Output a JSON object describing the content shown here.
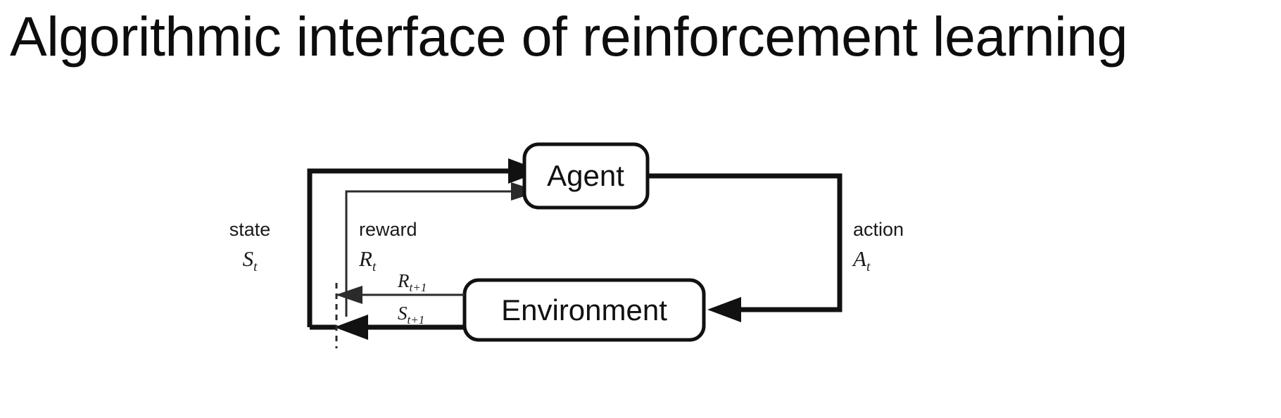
{
  "slide": {
    "title": "Algorithmic interface of reinforcement learning",
    "background_color": "#ffffff",
    "text_color": "#0d0d0d"
  },
  "diagram": {
    "name": "agent-environment-interaction-loop",
    "line_color": "#111111",
    "box_fill": "#ffffff",
    "nodes": [
      {
        "id": "agent",
        "label": "Agent"
      },
      {
        "id": "environment",
        "label": "Environment"
      }
    ],
    "signals": {
      "state": {
        "word": "state",
        "symbol": "S",
        "subscript": "t"
      },
      "reward": {
        "word": "reward",
        "symbol": "R",
        "subscript": "t"
      },
      "action": {
        "word": "action",
        "symbol": "A",
        "subscript": "t"
      },
      "next_reward": {
        "symbol": "R",
        "subscript": "t+1"
      },
      "next_state": {
        "symbol": "S",
        "subscript": "t+1"
      }
    },
    "boundary": {
      "style": "dashed",
      "orientation": "vertical"
    }
  }
}
